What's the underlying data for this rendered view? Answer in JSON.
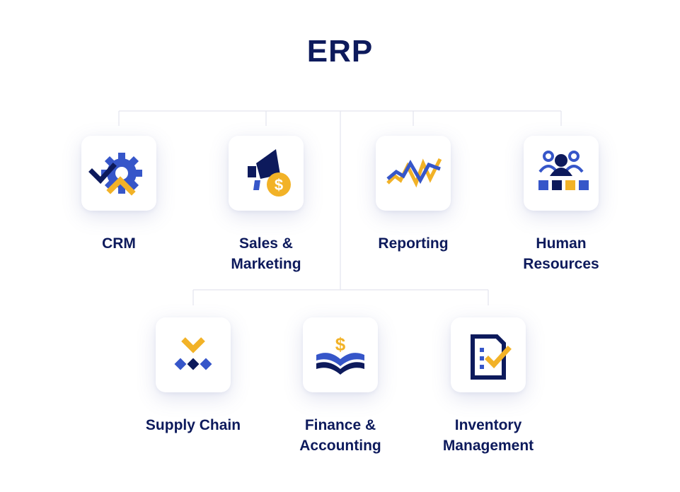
{
  "title": "ERP",
  "colors": {
    "navy": "#0d1a5c",
    "blue": "#3656c9",
    "gold": "#f2b227",
    "line": "#e3e4ee"
  },
  "modules": [
    {
      "id": "crm",
      "label_lines": [
        "CRM"
      ],
      "icon": "gear-check-icon"
    },
    {
      "id": "sales",
      "label_lines": [
        "Sales &",
        "Marketing"
      ],
      "icon": "megaphone-dollar-icon"
    },
    {
      "id": "reporting",
      "label_lines": [
        "Reporting"
      ],
      "icon": "line-chart-icon"
    },
    {
      "id": "hr",
      "label_lines": [
        "Human",
        "Resources"
      ],
      "icon": "team-icon"
    },
    {
      "id": "supply",
      "label_lines": [
        "Supply Chain"
      ],
      "icon": "supply-flow-icon"
    },
    {
      "id": "finance",
      "label_lines": [
        "Finance &",
        "Accounting"
      ],
      "icon": "book-dollar-icon"
    },
    {
      "id": "inventory",
      "label_lines": [
        "Inventory",
        "Management"
      ],
      "icon": "checklist-icon"
    }
  ]
}
